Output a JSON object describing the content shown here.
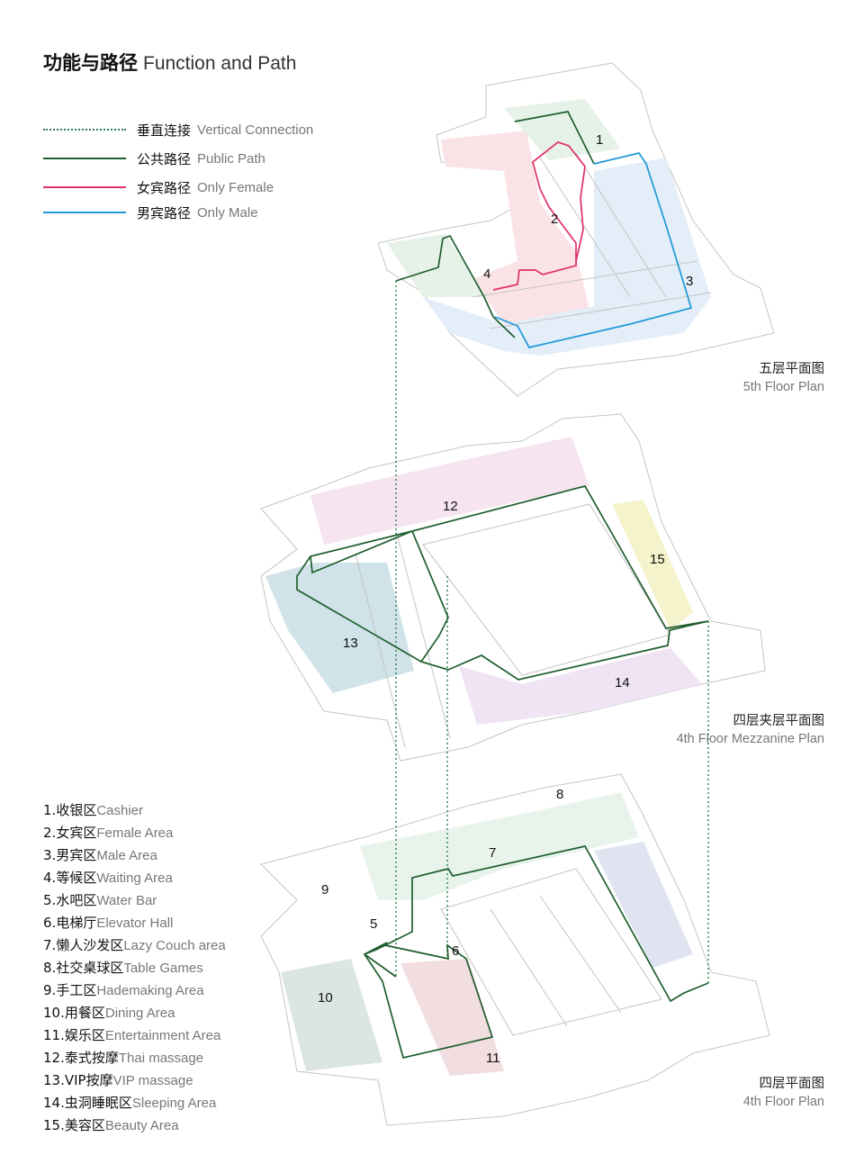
{
  "title": {
    "zh": "功能与路径",
    "en": "Function and Path"
  },
  "legend": [
    {
      "zh": "垂直连接",
      "en": "Vertical Connection",
      "color": "#2e7d4f",
      "style": "dotted"
    },
    {
      "zh": "公共路径",
      "en": "Public Path",
      "color": "#1f5e2e",
      "style": "solid"
    },
    {
      "zh": "女宾路径",
      "en": "Only Female",
      "color": "#e0306a",
      "style": "solid"
    },
    {
      "zh": "男宾路径",
      "en": "Only Male",
      "color": "#1e98d8",
      "style": "solid"
    }
  ],
  "floors": {
    "fifth": {
      "zh": "五层平面图",
      "en": "5th Floor Plan"
    },
    "mezzanine": {
      "zh": "四层夹层平面图",
      "en": "4th Floor Mezzanine Plan"
    },
    "fourth": {
      "zh": "四层平面图",
      "en": "4th Floor Plan"
    }
  },
  "area_markers": [
    "1",
    "2",
    "3",
    "4",
    "5",
    "6",
    "7",
    "8",
    "9",
    "10",
    "11",
    "12",
    "13",
    "14",
    "15"
  ],
  "areas": [
    {
      "num": "1.",
      "zh": "收银区",
      "en": "Cashier"
    },
    {
      "num": "2.",
      "zh": "女宾区",
      "en": "Female Area"
    },
    {
      "num": "3.",
      "zh": "男宾区",
      "en": "Male Area"
    },
    {
      "num": "4.",
      "zh": "等候区",
      "en": "Waiting Area"
    },
    {
      "num": "5.",
      "zh": "水吧区",
      "en": "Water Bar"
    },
    {
      "num": "6.",
      "zh": "电梯厅",
      "en": "Elevator Hall"
    },
    {
      "num": "7.",
      "zh": "懒人沙发区",
      "en": "Lazy Couch area"
    },
    {
      "num": "8.",
      "zh": "社交桌球区",
      "en": "Table Games"
    },
    {
      "num": "9.",
      "zh": "手工区",
      "en": "Hademaking Area"
    },
    {
      "num": "10.",
      "zh": "用餐区",
      "en": "Dining Area"
    },
    {
      "num": "11.",
      "zh": "娱乐区",
      "en": "Entertainment Area"
    },
    {
      "num": "12.",
      "zh": "泰式按摩",
      "en": "Thai massage"
    },
    {
      "num": "13.",
      "zh": "VIP按摩",
      "en": "VIP massage"
    },
    {
      "num": "14.",
      "zh": "虫洞睡眠区",
      "en": "Sleeping Area"
    },
    {
      "num": "15.",
      "zh": "美容区",
      "en": "Beauty Area"
    }
  ]
}
